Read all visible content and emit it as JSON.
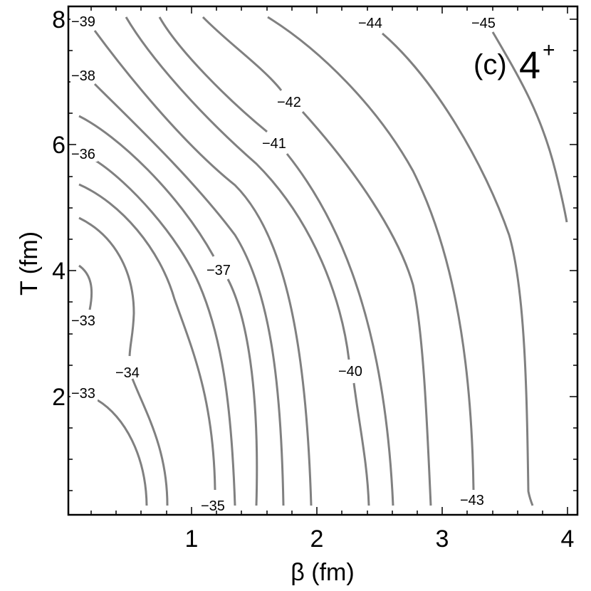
{
  "chart_data": {
    "type": "contour",
    "title": "",
    "panel_label": "(c)",
    "state": "4",
    "state_sup": "+",
    "xlabel": "β (fm)",
    "ylabel": "T (fm)",
    "xlim": [
      0,
      4.05
    ],
    "ylim": [
      0,
      8.1
    ],
    "xticks": [
      "1",
      "2",
      "3",
      "4"
    ],
    "yticks": [
      "2",
      "4",
      "6",
      "8"
    ],
    "grid": false,
    "legend": null,
    "line_color": "#808080",
    "contour_levels": [
      -33,
      -34,
      -35,
      -36,
      -37,
      -38,
      -39,
      -40,
      -41,
      -42,
      -43,
      -44,
      -45
    ],
    "contour_labels": [
      {
        "text": "-39",
        "beta": 0.12,
        "T": 7.9
      },
      {
        "text": "-38",
        "beta": 0.12,
        "T": 7.1
      },
      {
        "text": "-36",
        "beta": 0.12,
        "T": 5.8
      },
      {
        "text": "-33",
        "beta": 0.12,
        "T": 3.25
      },
      {
        "text": "-33",
        "beta": 0.12,
        "T": 2.05
      },
      {
        "text": "-34",
        "beta": 0.5,
        "T": 2.4
      },
      {
        "text": "-35",
        "beta": 1.2,
        "T": 0.12
      },
      {
        "text": "-37",
        "beta": 1.15,
        "T": 4.0
      },
      {
        "text": "-40",
        "beta": 2.3,
        "T": 2.45
      },
      {
        "text": "-41",
        "beta": 1.63,
        "T": 6.1
      },
      {
        "text": "-42",
        "beta": 1.78,
        "T": 6.6
      },
      {
        "text": "-43",
        "beta": 3.25,
        "T": 0.15
      },
      {
        "text": "-44",
        "beta": 2.45,
        "T": 7.9
      },
      {
        "text": "-45",
        "beta": 3.35,
        "T": 7.9
      }
    ],
    "note": "Contour lines of energy surface in (β, T) plane for the 4+ state; energy decreases from about -33 near small β/T to -45 at large β and T."
  }
}
